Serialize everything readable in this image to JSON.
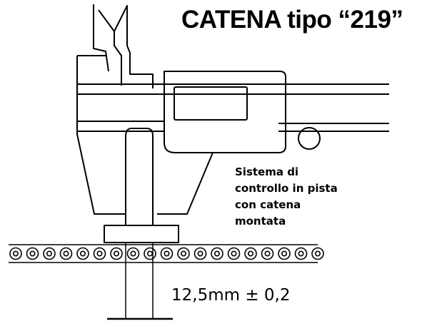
{
  "title": "CATENA tipo “219”",
  "caption": {
    "lines": [
      "Sistema di",
      "controllo in pista",
      "con catena",
      "montata"
    ]
  },
  "measurement": "12,5mm ± 0,2",
  "colors": {
    "stroke": "#000000",
    "background": "#ffffff"
  }
}
